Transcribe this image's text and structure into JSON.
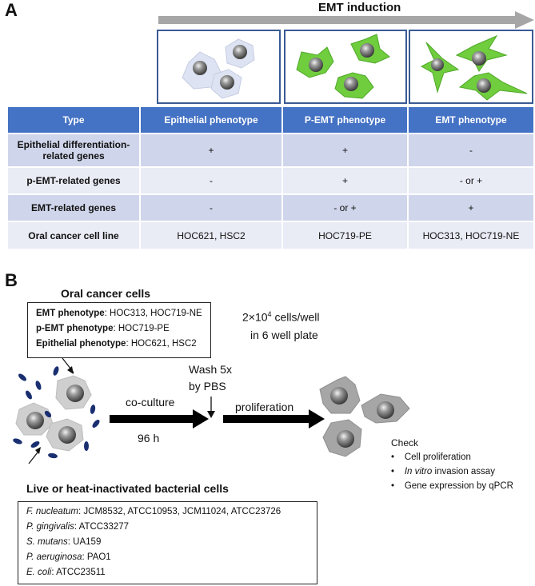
{
  "panel_a": {
    "letter": "A",
    "arrow_label": "EMT induction",
    "table": {
      "headers": [
        "Type",
        "Epithelial phenotype",
        "P-EMT phenotype",
        "EMT phenotype"
      ],
      "rows": [
        {
          "label": "Epithelial differentiation-related genes",
          "cells": [
            "+",
            "+",
            "-"
          ]
        },
        {
          "label": "p-EMT-related genes",
          "cells": [
            "-",
            "+",
            "- or +"
          ]
        },
        {
          "label": "EMT-related genes",
          "cells": [
            "-",
            "- or +",
            "+"
          ]
        },
        {
          "label": "Oral cancer cell line",
          "cells": [
            "HOC621, HSC2",
            "HOC719-PE",
            "HOC313, HOC719-NE"
          ]
        }
      ]
    },
    "colors": {
      "epithelial_cell": "#dde3f2",
      "pemt_cell": "#6fcd3e",
      "emt_cell": "#6fcd3e",
      "header": "#4472c4"
    }
  },
  "panel_b": {
    "letter": "B",
    "oral_title": "Oral cancer cells",
    "oral_lines": [
      {
        "label": "EMT phenotype",
        "value": ": HOC313, HOC719-NE"
      },
      {
        "label": "p-EMT phenotype",
        "value": ": HOC719-PE"
      },
      {
        "label": "Epithelial phenotype",
        "value": ": HOC621, HSC2"
      }
    ],
    "density_line1_pre": "2×10",
    "density_sup": "4",
    "density_line1_post": " cells/well",
    "density_line2": "in 6 well plate",
    "wash_line1": "Wash 5x",
    "wash_line2": "by PBS",
    "coculture": "co-culture",
    "time": "96 h",
    "proliferation": "proliferation",
    "check_title": "Check",
    "check_items": [
      {
        "em": "",
        "text": "Cell proliferation"
      },
      {
        "em": "In vitro",
        "text": " invasion assay"
      },
      {
        "em": "",
        "text": "Gene expression by qPCR"
      }
    ],
    "bacteria_title": "Live or heat-inactivated bacterial cells",
    "bacteria": [
      {
        "species": "F. nucleatum",
        "strains": ": JCM8532, ATCC10953, JCM11024, ATCC23726"
      },
      {
        "species": "P. gingivalis",
        "strains": ": ATCC33277"
      },
      {
        "species": "S. mutans",
        "strains": ": UA159"
      },
      {
        "species": "P. aeruginosa",
        "strains": ": PAO1"
      },
      {
        "species": "E.  coli",
        "strains": ": ATCC23511"
      }
    ]
  }
}
